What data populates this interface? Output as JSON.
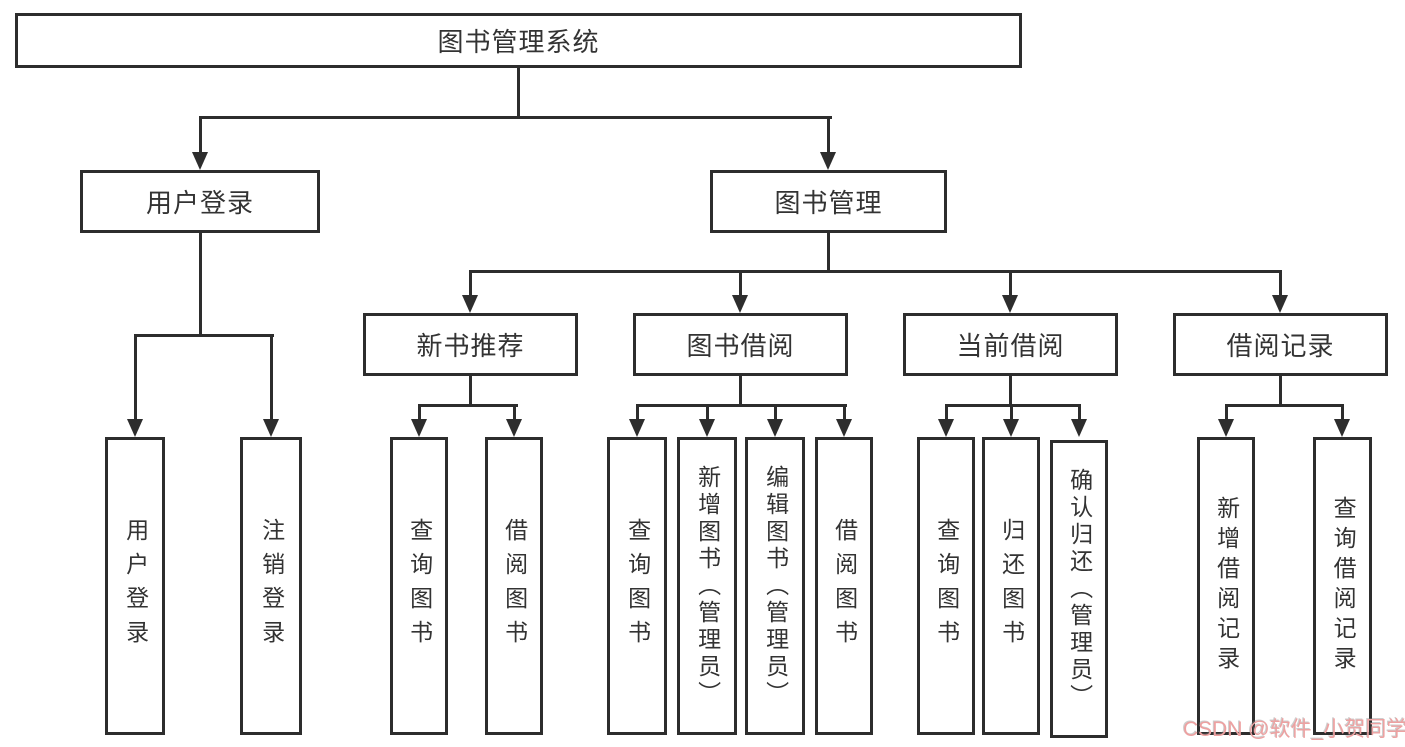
{
  "colors": {
    "line": "#2d2d2d",
    "text": "#333333",
    "background": "#ffffff",
    "watermark": "#eda1a1"
  },
  "nodes": {
    "root": "图书管理系统",
    "user_login": "用户登录",
    "book_mgmt": "图书管理",
    "new_book_rec": "新书推荐",
    "book_borrow": "图书借阅",
    "current_borrow": "当前借阅",
    "borrow_record": "借阅记录",
    "leaf_user_login": "用户登录",
    "leaf_logout": "注销登录",
    "rec_query_book": "查询图书",
    "rec_borrow_book": "借阅图书",
    "bb_query_book": "查询图书",
    "bb_add_book": "新增图书（管理员）",
    "bb_edit_book": "编辑图书（管理员）",
    "bb_borrow_book": "借阅图书",
    "cb_query_book": "查询图书",
    "cb_return_book": "归还图书",
    "cb_confirm_return": "确认归还（管理员）",
    "br_add_record": "新增借阅记录",
    "br_query_record": "查询借阅记录"
  },
  "watermark": {
    "text": "CSDN @软件_小贺同学"
  }
}
